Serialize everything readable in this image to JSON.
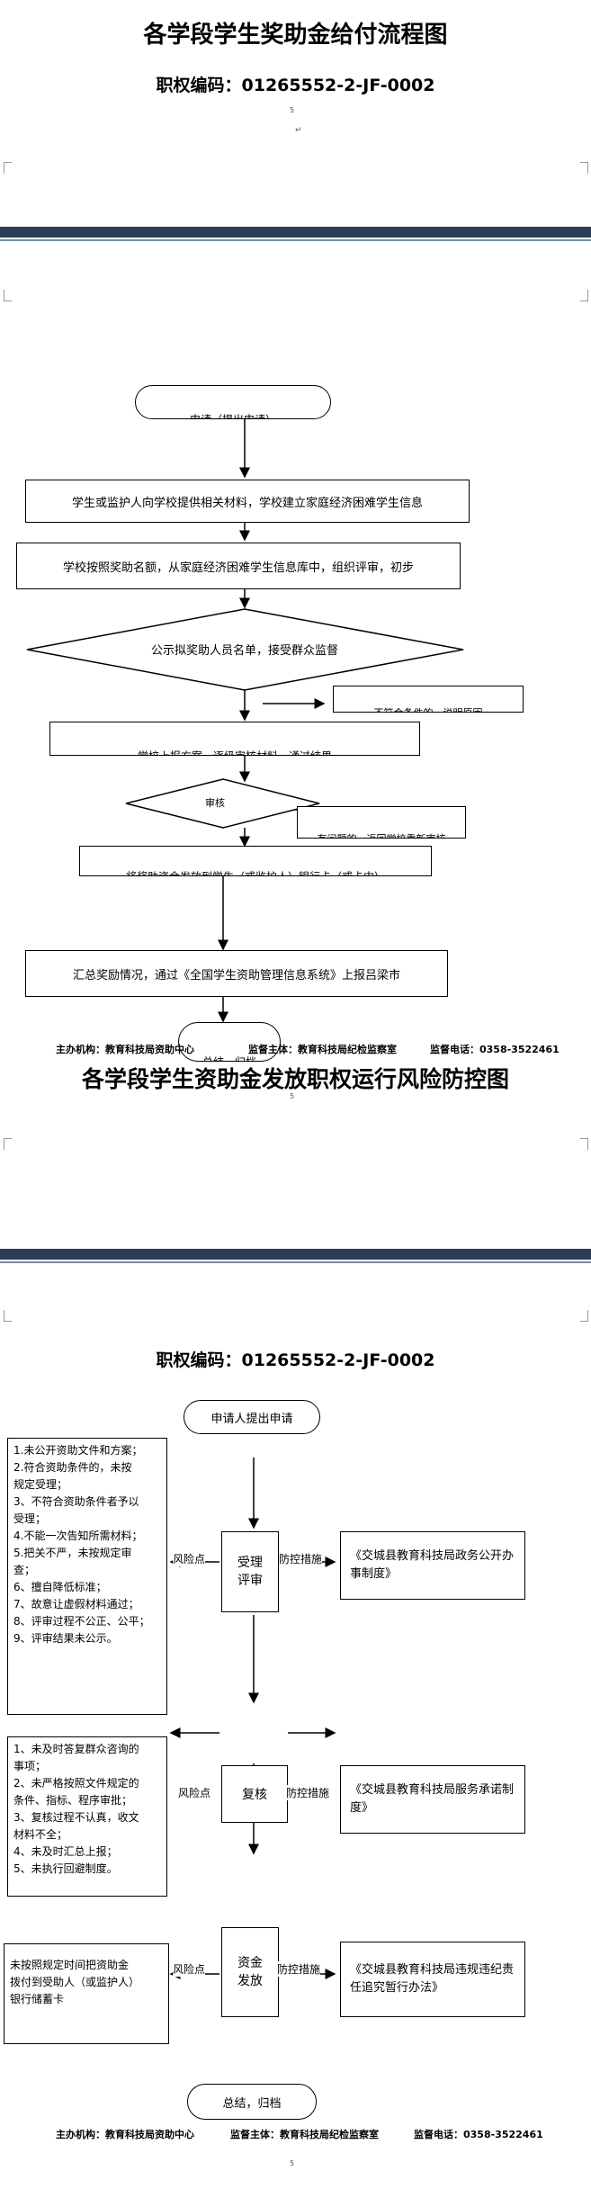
{
  "page1": {
    "title": "各学段学生奖助金给付流程图",
    "code": "职权编码：01265552-2-JF-0002",
    "page_no": "5",
    "return_mark": "↵"
  },
  "flow1": {
    "start": "申请（提出申请）",
    "step1": "学生或监护人向学校提供相关材料，学校建立家庭经济困难学生信息",
    "step2": "学校按照奖助名额，从家庭经济困难学生信息库中，组织评审，初步",
    "step3": "公示拟奖助人员名单，接受群众监督",
    "side1": "不符合条件的，说明原因",
    "step4": "学校上报方案，逐级审核材料，通过结果",
    "step5": "审核",
    "side2": "有问题的，返回学校重新审核",
    "step6": "将奖助资金发放到学生（或监护人）银行卡（或卡中）",
    "step7": "汇总奖励情况，通过《全国学生资助管理信息系统》上报吕梁市",
    "end": "总结，归档"
  },
  "footer": {
    "org": "主办机构：教育科技局资助中心",
    "supervisor": "监督主体：教育科技局纪检监察室",
    "phone": "监督电话：0358-3522461"
  },
  "page2": {
    "title": "各学段学生资助金发放职权运行风险防控图",
    "page_no": "5",
    "code": "职权编码：01265552-2-JF-0002"
  },
  "flow2": {
    "start": "申请人提出申请",
    "stage1": "受理\n评审",
    "stage2": "复核",
    "stage3": "资金\n发放",
    "end": "总结，归档",
    "risk_label": "风险点",
    "control_label": "防控措施",
    "risks1": [
      "1.未公开资助文件和方案；",
      "2.符合资助条件的，未按",
      "规定受理；",
      "3、不符合资助条件者予以",
      "受理；",
      "4.不能一次告知所需材料；",
      "5.把关不严，未按规定审",
      "查；",
      "6、擅自降低标准；",
      "7、故意让虚假材料通过；",
      "8、评审过程不公正、公平；",
      "9、评审结果未公示。"
    ],
    "risks2": [
      "1、未及时答复群众咨询的",
      "事项；",
      "2、未严格按照文件规定的",
      "条件、指标、程序审批；",
      "3、复核过程不认真，收文",
      "材料不全；",
      "4、未及时汇总上报；",
      "5、未执行回避制度。"
    ],
    "risks3": [
      "未按照规定时间把资助金",
      "拨付到受助人（或监护人）",
      "银行储蓄卡"
    ],
    "control1": "《交城县教育科技局政务公开办事制度》",
    "control2": "《交城县教育科技局服务承诺制度》",
    "control3": "《交城县教育科技局违规违纪责任追究暂行办法》"
  },
  "footer2": {
    "org": "主办机构：教育科技局资助中心",
    "supervisor": "监督主体：教育科技局纪检监察室",
    "phone": "监督电话：0358-3522461"
  },
  "page3": {
    "page_no": "5"
  }
}
